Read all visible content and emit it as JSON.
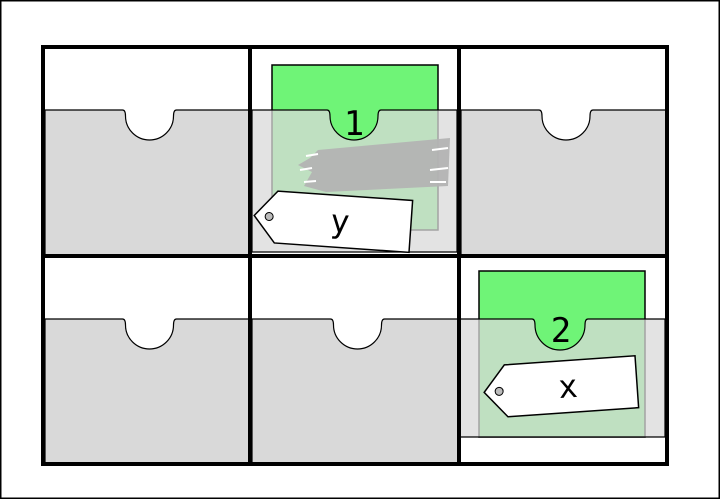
{
  "colors": {
    "background": "#ffffff",
    "frame": "#000000",
    "pocket_fill": "#d9d9d9",
    "card_fill": "#6ff477",
    "scribble": "#b3b3b3",
    "tag_fill": "#ffffff"
  },
  "grid": {
    "rows": 2,
    "cols": 3,
    "slots": [
      {
        "row": 0,
        "col": 0,
        "occupied": false
      },
      {
        "row": 0,
        "col": 1,
        "occupied": true,
        "card_number": "1",
        "tag_label": "y",
        "has_scribble": true
      },
      {
        "row": 0,
        "col": 2,
        "occupied": false
      },
      {
        "row": 1,
        "col": 0,
        "occupied": false
      },
      {
        "row": 1,
        "col": 1,
        "occupied": false
      },
      {
        "row": 1,
        "col": 2,
        "occupied": true,
        "card_number": "2",
        "tag_label": "x",
        "has_scribble": false
      }
    ]
  }
}
